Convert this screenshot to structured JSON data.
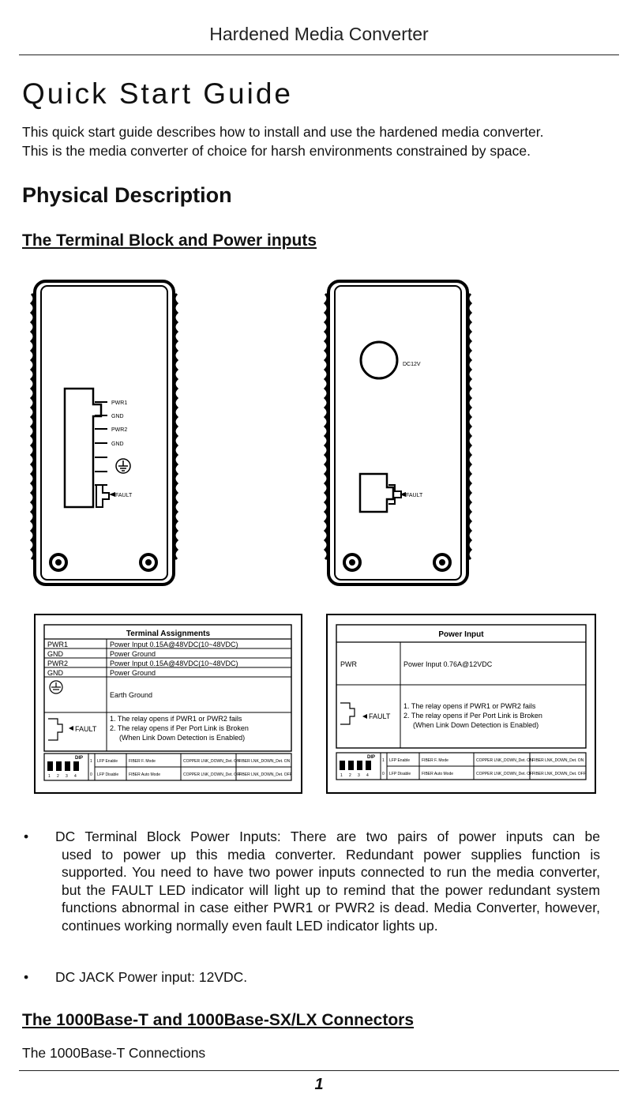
{
  "header": {
    "running_title": "Hardened Media Converter"
  },
  "title": "Quick Start Guide",
  "intro": [
    "This quick start guide describes how to install and use the hardened media converter.",
    "This is the media converter of choice for harsh environments constrained by space."
  ],
  "section_heading": "Physical Description",
  "subheading_1": "The Terminal Block and Power inputs",
  "figures": {
    "left_device_labels": [
      "PWR1",
      "GND",
      "PWR2",
      "GND",
      "FAULT"
    ],
    "right_device_labels": {
      "dc_jack": "DC12V",
      "fault": "FAULT"
    },
    "terminal_table": {
      "title": "Terminal Assignments",
      "rows": [
        [
          "PWR1",
          "Power Input 0.15A@48VDC(10~48VDC)"
        ],
        [
          "GND",
          "Power Ground"
        ],
        [
          "PWR2",
          "Power Input 0.15A@48VDC(10~48VDC)"
        ],
        [
          "GND",
          "Power Ground"
        ],
        [
          "",
          "Earth Ground"
        ]
      ],
      "fault_label": "FAULT",
      "fault_lines": [
        "1. The relay opens if PWR1 or PWR2 fails",
        "2. The relay opens if Per Port Link is Broken",
        "(When Link Down Detection is Enabled)"
      ]
    },
    "power_table": {
      "title": "Power Input",
      "pwr_label": "PWR",
      "pwr_value": "Power Input 0.76A@12VDC",
      "fault_label": "FAULT",
      "fault_lines": [
        "1. The relay opens if PWR1 or PWR2 fails",
        "2. The relay opens if Per Port Link is Broken",
        "(When Link Down Detection is Enabled)"
      ]
    },
    "dip_table": {
      "dip_label": "DIP",
      "switch_numbers": [
        "1",
        "2",
        "3",
        "4"
      ],
      "row_numbers": [
        "1",
        "0"
      ],
      "rows": [
        [
          "LFP Enable",
          "FIBER F. Mode",
          "COPPER LNK_DOWN_Det. ON",
          "FIBER LNK_DOWN_Det. ON"
        ],
        [
          "LFP Disable",
          "FIBER Auto Mode",
          "COPPER LNK_DOWN_Det. OFF",
          "FIBER LNK_DOWN_Det. OFF"
        ]
      ]
    }
  },
  "bullets": [
    {
      "symbol": "•",
      "first_line": "DC Terminal Block Power Inputs: There are two pairs of power inputs can be",
      "rest": "used to power up this media converter. Redundant power supplies function is supported. You need to have two power inputs connected to run the media converter, but the FAULT LED indicator will light up to remind that the power redundant system functions abnormal in case either PWR1 or PWR2 is dead. Media Converter, however, continues working normally even fault LED indicator lights up."
    },
    {
      "symbol": "•",
      "first_line": "DC JACK Power input: 12VDC.",
      "rest": ""
    }
  ],
  "subheading_2": "The 1000Base-T and 1000Base-SX/LX Connectors",
  "footer_text": "The 1000Base-T Connections",
  "page_number": "1"
}
